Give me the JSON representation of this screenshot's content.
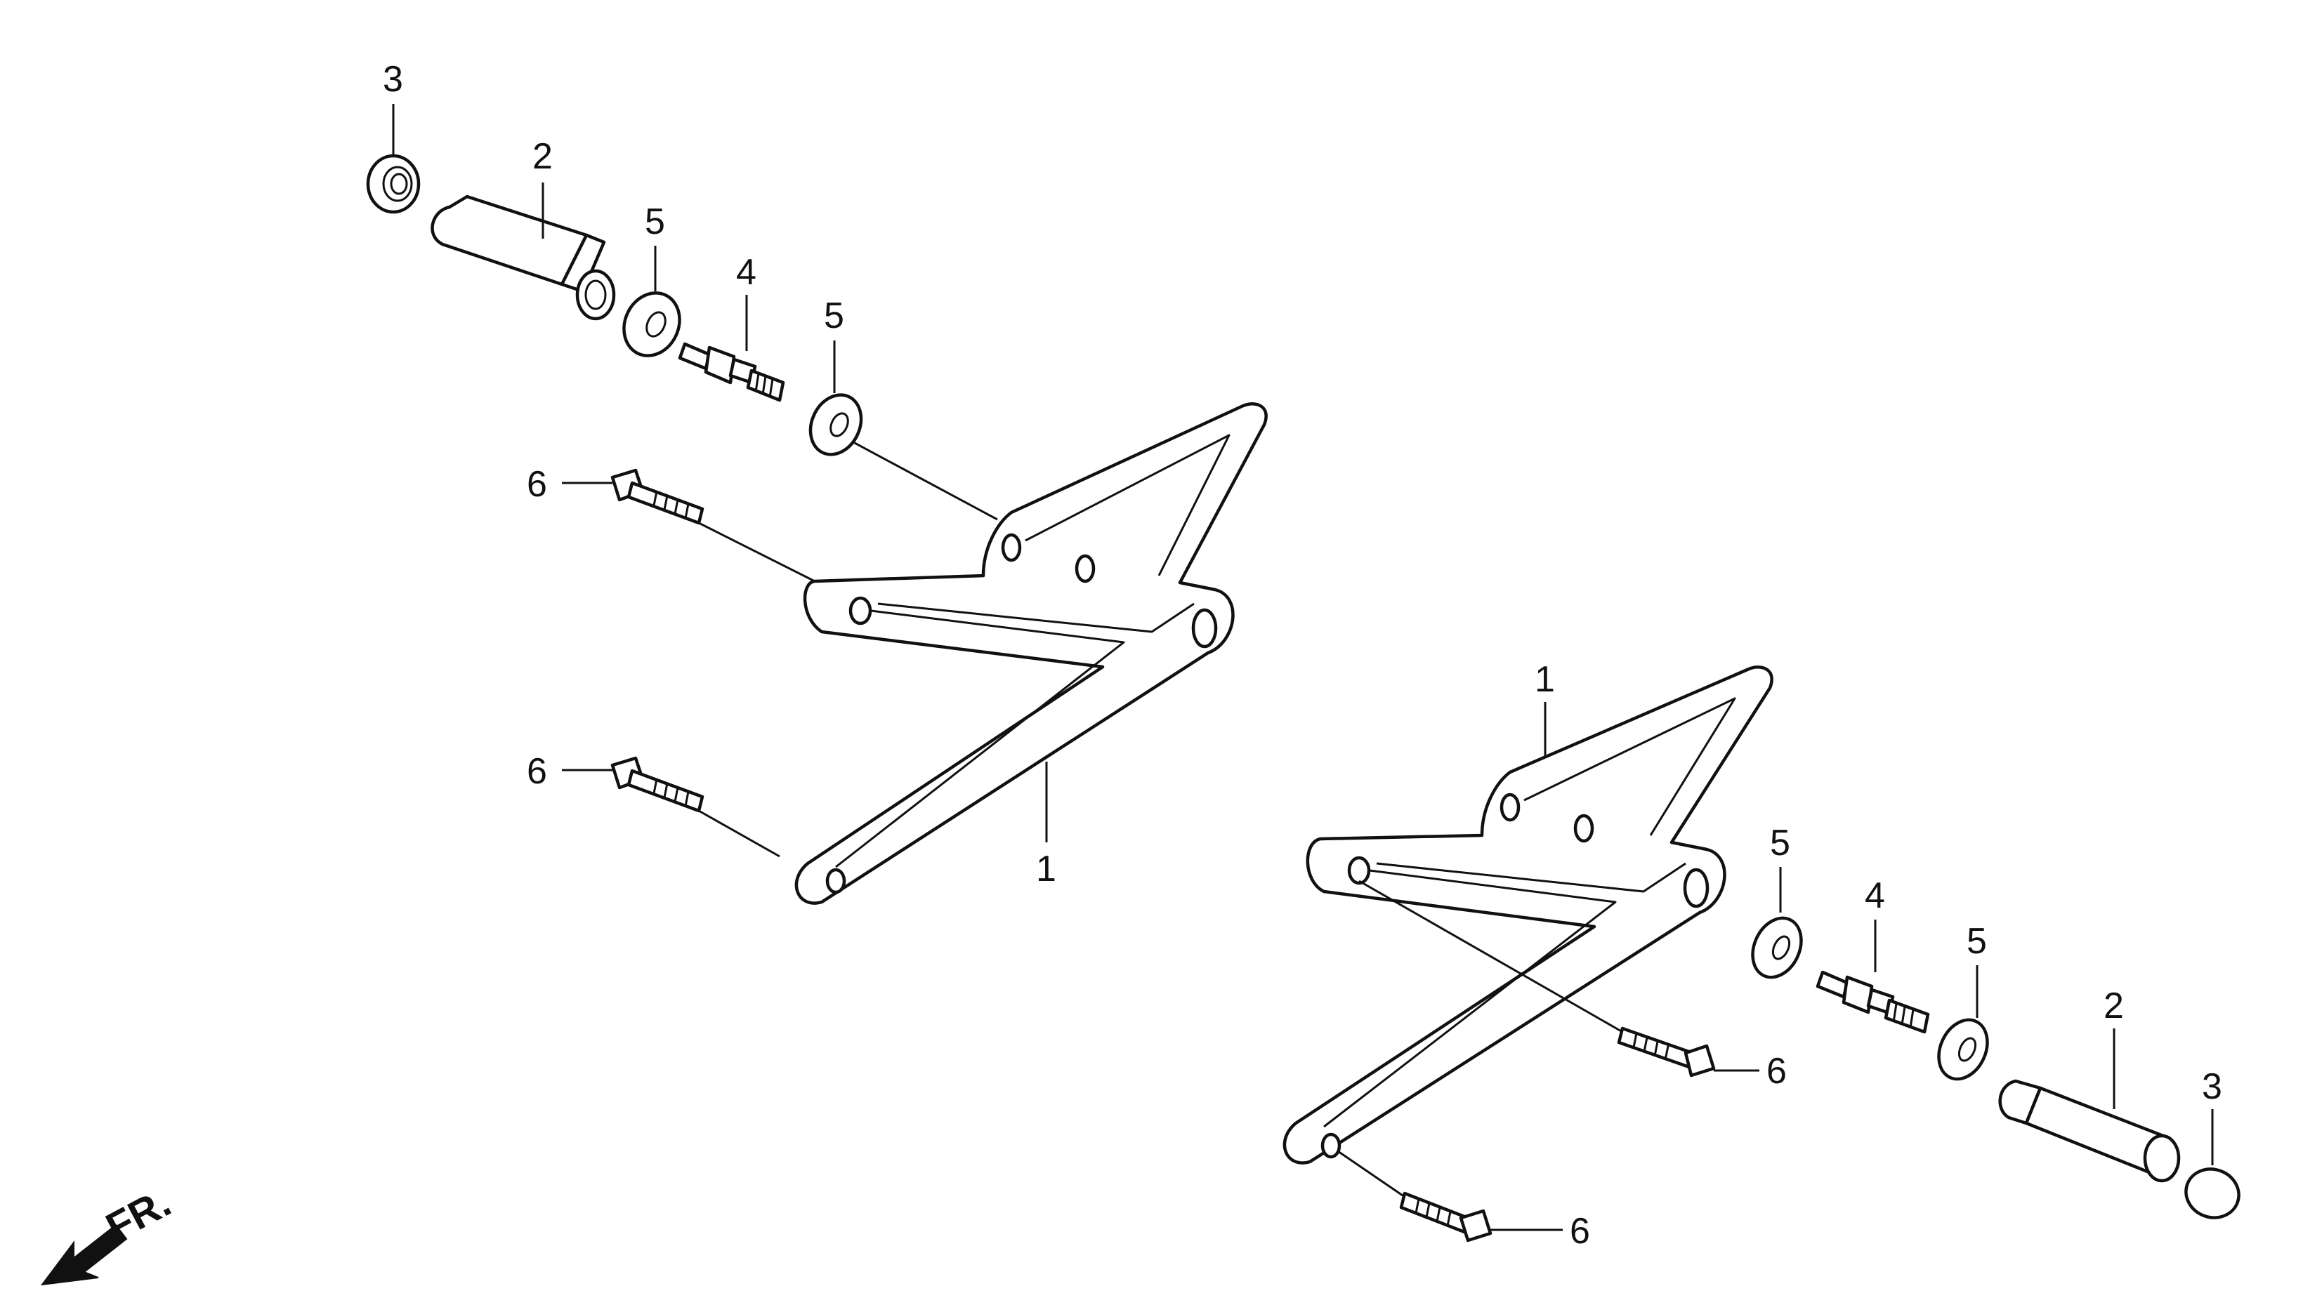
{
  "diagram": {
    "callouts_left": {
      "bracket": "1",
      "peg": "2",
      "cap": "3",
      "pin": "4",
      "washer_a": "5",
      "washer_b": "5",
      "bolt_upper": "6",
      "bolt_lower": "6"
    },
    "callouts_right": {
      "bracket": "1",
      "washer_a": "5",
      "pin": "4",
      "washer_b": "5",
      "peg": "2",
      "cap": "3",
      "bolt_upper": "6",
      "bolt_lower": "6"
    },
    "direction_label": "FR."
  }
}
